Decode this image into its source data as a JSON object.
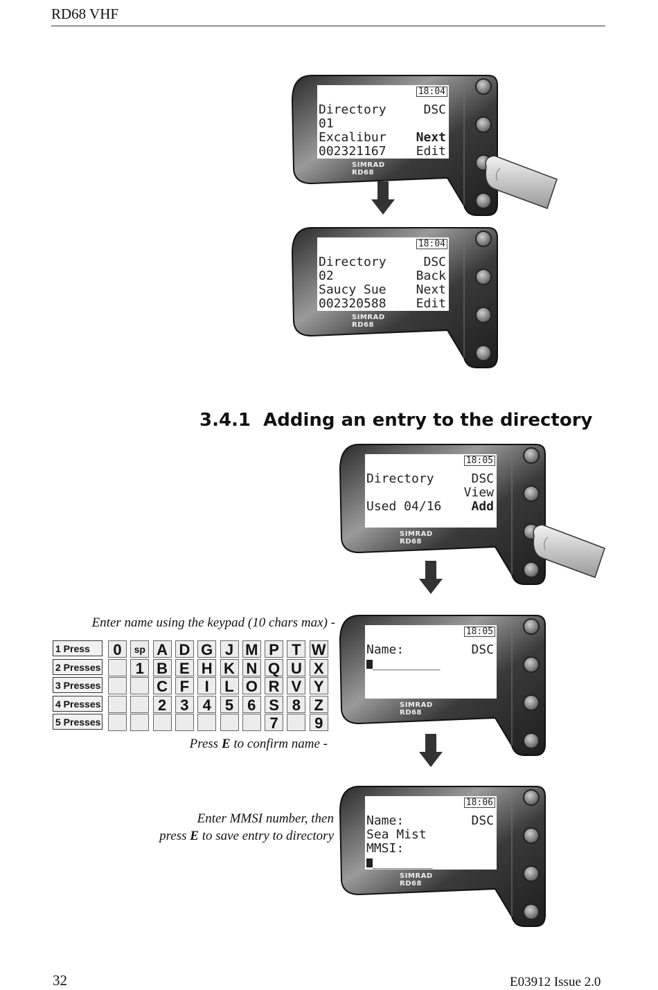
{
  "header": {
    "title": "RD68 VHF"
  },
  "section": {
    "number": "3.4.1",
    "title": "Adding an entry to the directory"
  },
  "captions": {
    "keypad": "Enter name using the keypad (10 chars max) -",
    "confirm_pre": "Press ",
    "confirm_key": "E",
    "confirm_post": " to confirm name -",
    "mmsi_line1": "Enter MMSI number, then",
    "mmsi_pre": "press ",
    "mmsi_key": "E",
    "mmsi_post": " to save entry to directory"
  },
  "devices": [
    {
      "brand": "SIMRAD RD68",
      "clock": "18:04",
      "left": [
        "Directory",
        "01",
        "Excalibur",
        "002321167"
      ],
      "right": [
        "DSC",
        "",
        "Next",
        "Edit"
      ],
      "bold_right": 2
    },
    {
      "brand": "SIMRAD RD68",
      "clock": "18:04",
      "left": [
        "Directory",
        "02",
        "Saucy Sue",
        "002320588"
      ],
      "right": [
        "DSC",
        "Back",
        "Next",
        "Edit"
      ],
      "bold_right": -1
    },
    {
      "brand": "SIMRAD RD68",
      "clock": "18:05",
      "left": [
        "Directory",
        "",
        "Used 04/16",
        ""
      ],
      "right": [
        "DSC",
        "View",
        "Add",
        ""
      ],
      "bold_right": 2
    },
    {
      "brand": "SIMRAD RD68",
      "clock": "18:05",
      "left": [
        "Name:",
        "_________",
        "",
        ""
      ],
      "right": [
        "DSC",
        "",
        "",
        ""
      ],
      "bold_right": -1
    },
    {
      "brand": "SIMRAD RD68",
      "clock": "18:06",
      "left": [
        "Name:",
        "Sea Mist",
        "MMSI:",
        "________"
      ],
      "right": [
        "DSC",
        "",
        "",
        ""
      ],
      "bold_right": -1
    }
  ],
  "keypad": {
    "rows": [
      "1 Press",
      "2 Presses",
      "3 Presses",
      "4 Presses",
      "5 Presses"
    ],
    "columns": [
      [
        "0",
        "",
        "",
        "",
        ""
      ],
      [
        "sp",
        "1",
        "",
        "",
        ""
      ],
      [
        "A",
        "B",
        "C",
        "2",
        ""
      ],
      [
        "D",
        "E",
        "F",
        "3",
        ""
      ],
      [
        "G",
        "H",
        "I",
        "4",
        ""
      ],
      [
        "J",
        "K",
        "L",
        "5",
        ""
      ],
      [
        "M",
        "N",
        "O",
        "6",
        ""
      ],
      [
        "P",
        "Q",
        "R",
        "S",
        "7"
      ],
      [
        "T",
        "U",
        "V",
        "8",
        ""
      ],
      [
        "W",
        "X",
        "Y",
        "Z",
        "9"
      ]
    ]
  },
  "footer": {
    "page": "32",
    "issue": "E03912  Issue 2.0"
  }
}
